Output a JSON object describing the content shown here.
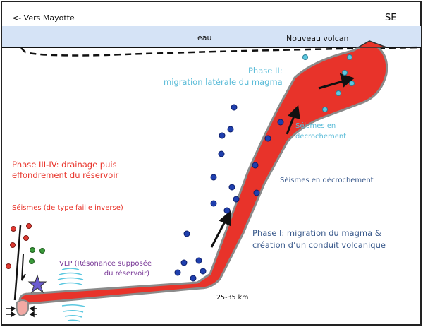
{
  "labels": {
    "direction_left": "<- Vers Mayotte",
    "direction_right": "SE",
    "water": "eau",
    "new_volcano": "Nouveau volcan",
    "phase2_line1": "Phase II:",
    "phase2_line2": "migration latérale du magma",
    "strike_slip_upper_line1": "Séismes en",
    "strike_slip_upper_line2": "décrochement",
    "strike_slip_lower": "Séismes en décrochement",
    "phase34_line1": "Phase III-IV: drainage puis",
    "phase34_line2": "effondrement du réservoir",
    "reverse_fault_quakes": "Séismes (de type faille inverse)",
    "phase1_line1": "Phase I: migration du magma &",
    "phase1_line2": "création d’un conduit volcanique",
    "vlp_line1": "VLP (Résonance supposée",
    "vlp_line2": "du réservoir)",
    "depth": "25-35 km"
  },
  "colors": {
    "water": "#d5e3f6",
    "magma": "#e8332a",
    "reservoir": "#f2a9a4",
    "phase2": "#5bbcd8",
    "phase1": "#3a5a8c",
    "phase34": "#e8332a",
    "vlp": "#7a3a98",
    "deep_quake": "#1f3fae",
    "shallow_quake": "#5cc8e0",
    "reverse_quake": "#e03a32",
    "green_quake": "#3a9a3a",
    "star": "#6b5bd0"
  }
}
